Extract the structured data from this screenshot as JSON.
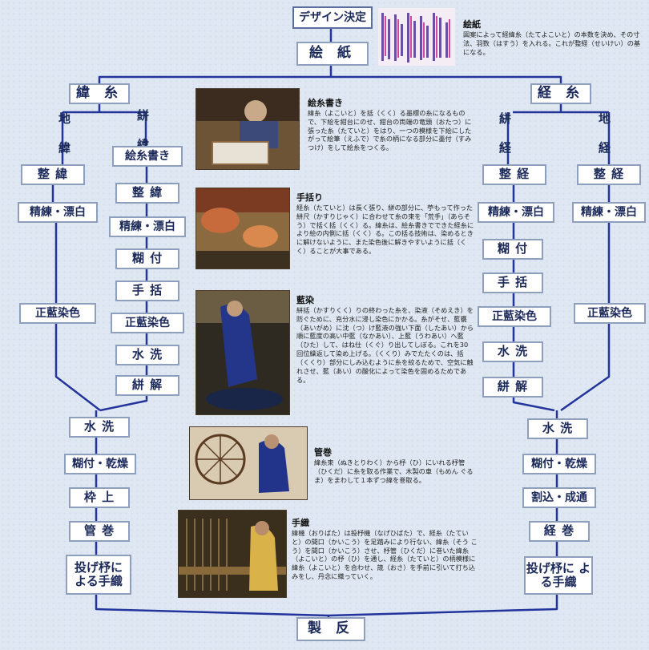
{
  "top": {
    "design_decision": "デザイン決定",
    "ezu": "絵 紙",
    "ezu_caption_title": "絵紙",
    "ezu_caption_text": "図案によって経緯糸（たてよこいと）の本数を決め、その寸法、羽数（はすう）を入れる。これが整経（せいけい）の基になる。"
  },
  "left": {
    "header": "緯 糸",
    "branch_ji": "地 緯",
    "branch_kasuri": "絣 緯",
    "ji_steps": [
      "整 緯",
      "精練・漂白",
      "正藍染色"
    ],
    "kasuri_steps": [
      "絵糸書き",
      "整 緯",
      "精練・漂白",
      "糊 付",
      "手 括",
      "正藍染色",
      "水 洗",
      "絣 解"
    ],
    "merged_steps": [
      "水 洗",
      "糊付・乾燥",
      "枠 上",
      "管 巻",
      "投げ杼に よる手織"
    ]
  },
  "right": {
    "header": "経 糸",
    "branch_kasuri": "絣 経",
    "branch_ji": "地 経",
    "kasuri_steps": [
      "整 経",
      "精練・漂白",
      "糊 付",
      "手 括",
      "正藍染色",
      "水 洗",
      "絣 解"
    ],
    "ji_steps": [
      "整 経",
      "精練・漂白",
      "正藍染色"
    ],
    "merged_steps": [
      "水 洗",
      "糊付・乾燥",
      "割込・成通",
      "経 巻",
      "投げ杼に よる手織"
    ]
  },
  "bottom": {
    "final": "製 反"
  },
  "panels": [
    {
      "title": "絵糸書き",
      "text": "緯糸（よこいと）を括（くく）る墨標の糸になるもので、下絵を紺台にのせ、紺台の両端の竜頭（おたつ）に張った糸（たていと）をはり、一つの模様を下絵にしたがって絵筆（えふで）で糸の柄になる部分に墨付（すみつけ）をして絵糸をつくる。"
    },
    {
      "title": "手括り",
      "text": "経糸（たていと）は長く張り、絣の部分に、苧もって作った絣尺（かすりじゃく）に合わせて糸の束を「荒手」（あらそう）で括く括（くく）る。緯糸は、絵糸書きでできた経糸により絵の内側に括（くく）る。この括る技術は、染めるときに解けないように、また染色後に解きやすいように括（くく）ることが大事である。"
    },
    {
      "title": "藍染",
      "text": "絣括（かすりくく）りの終わった糸を、染液（そめえき）を防ぐために、充分水に浸し染色にかかる。糸がそせ、藍甕（あいがめ）に沈（つ）け藍液の強い下面（したあい）から順に藍度の高い中藍（なかあい）、上藍（うわあい）へ藍（ひた）して、はね仕（くぐ）り出してしぼる。これを30回位繰返して染め上げる。（くくり）みでたたくのは、括（くくり）部分にしみ込むように糸を絞るためで、空気に触れさせ、藍（あい）の酸化によって染色を固めるためである。"
    },
    {
      "title": "管巻",
      "text": "緯糸束（ぬきとりわく）から杼（ひ）にいれる杼管（ひくだ）に糸を取る作業で、木製の車（もめん ぐるま）をまわして１本ずつ緯を巻取る。"
    },
    {
      "title": "手織",
      "text": "緯機（おりばた）は投杼機（なげひばた）で、経糸（たていと）の間口（かいこう）を足踏みにより行ない、緯糸（そう こう）を間口（かいこう）させ、杼管（ひくだ）に巻いた緯糸（よこいと）の杼（ひ）を通し、経糸（たていと）の柄模様に緯糸（よこいと）を合わせ、筬（おさ）を手前に引いて打ち込みをし、丹念に織っていく。"
    }
  ],
  "colors": {
    "line": "#23349c",
    "box_border": "#8d9fbd",
    "text": "#1b2a5a"
  }
}
